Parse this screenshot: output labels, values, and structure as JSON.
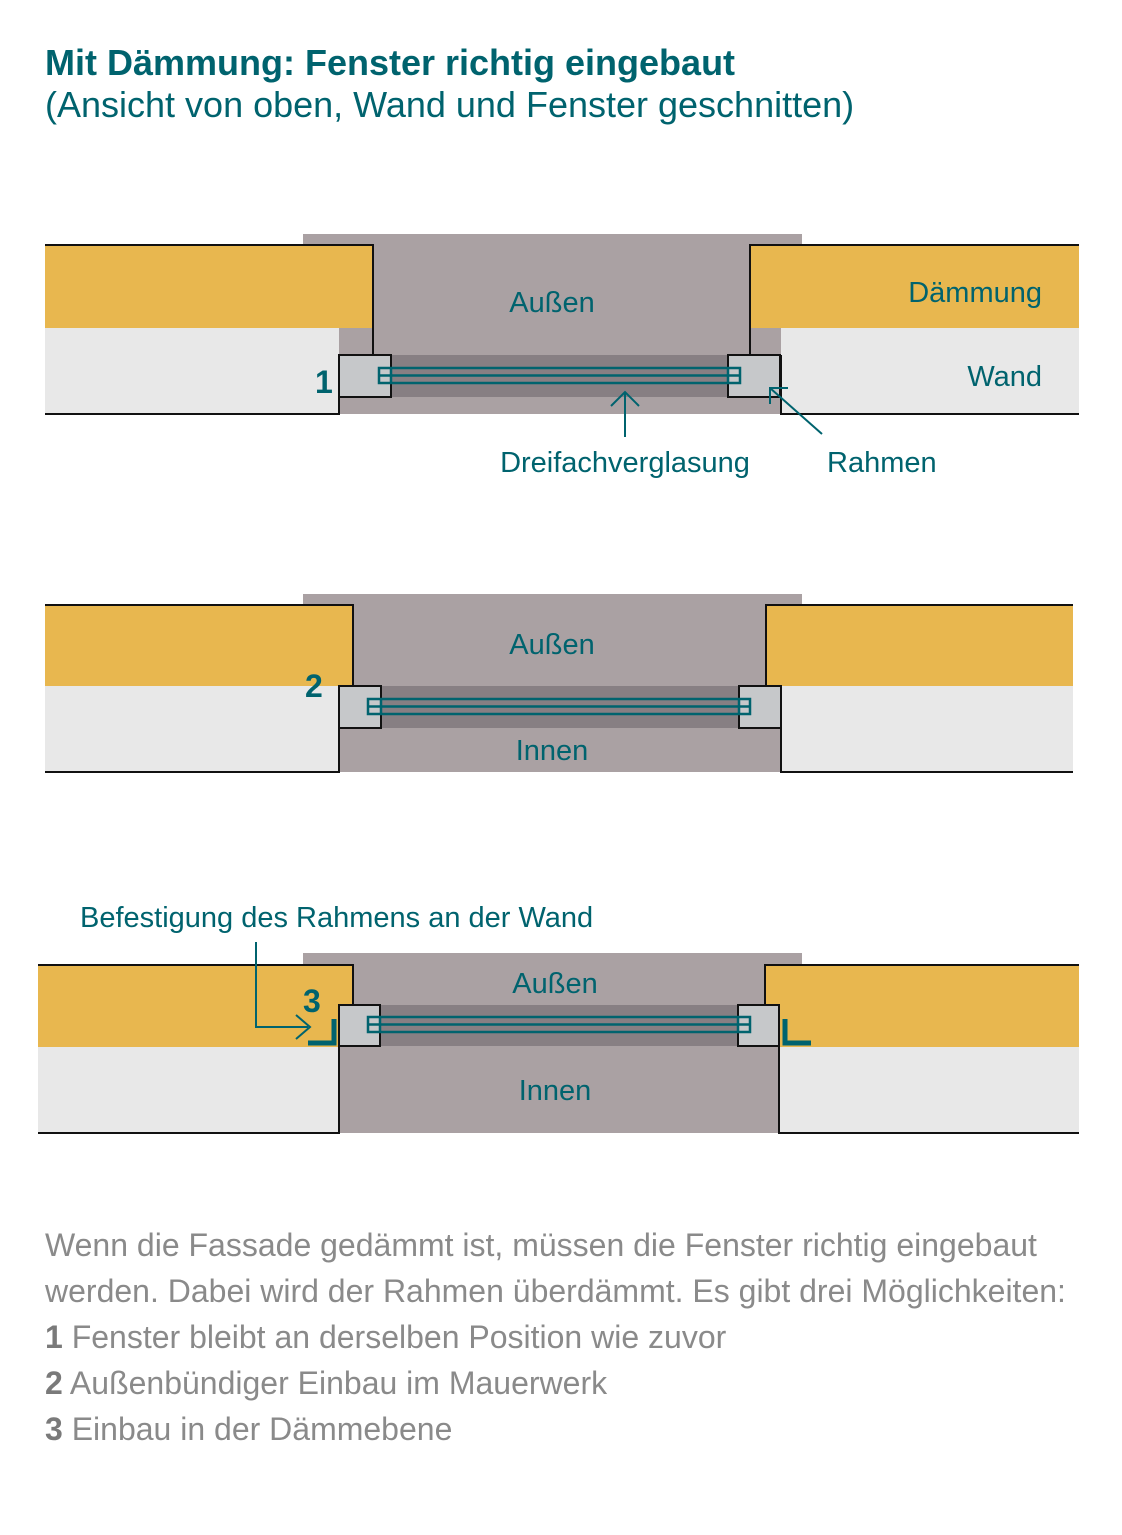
{
  "header": {
    "title": "Mit Dämmung: Fenster richtig eingebaut",
    "subtitle": "(Ansicht von oben, Wand und Fenster geschnitten)"
  },
  "diagram": {
    "labels": {
      "outside": "Außen",
      "inside": "Innen",
      "insulation": "Dämmung",
      "wall": "Wand",
      "glazing": "Dreifachverglasung",
      "frame": "Rahmen",
      "fastening": "Befestigung des Rahmens an der Wand"
    },
    "numbers": [
      "1",
      "2",
      "3"
    ],
    "colors": {
      "accent": "#00636e",
      "insulation": "#e8b74f",
      "wall": "#e8e8e8",
      "opening": "#aaa1a3",
      "glass_band": "#877f83",
      "frame": "#c6c8ca"
    }
  },
  "description": {
    "intro": "Wenn die Fassade gedämmt ist, müssen die Fenster richtig eingebaut werden. Dabei wird der Rahmen überdämmt. Es gibt drei Möglichkeiten:",
    "options": [
      {
        "num": "1",
        "text": "Fenster bleibt an derselben Position wie zuvor"
      },
      {
        "num": "2",
        "text": "Außenbündiger Einbau im Mauerwerk"
      },
      {
        "num": "3",
        "text": "Einbau in der Dämmebene"
      }
    ]
  }
}
